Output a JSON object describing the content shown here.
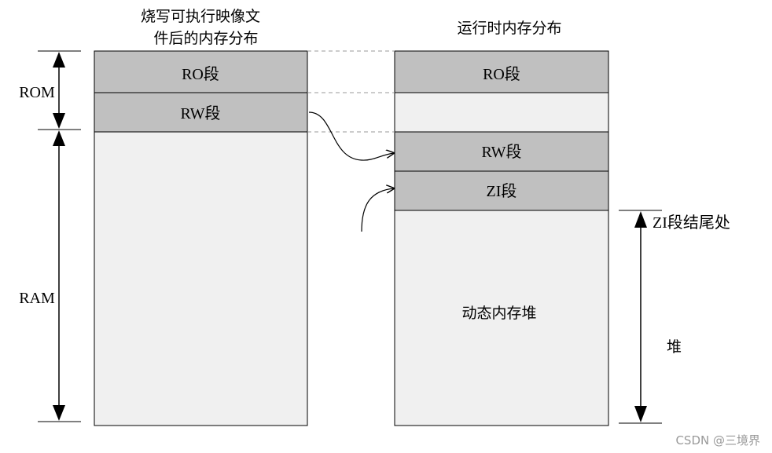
{
  "left_column": {
    "title_line1": "烧写可执行映像文",
    "title_line2": "件后的内存分布",
    "segments": {
      "ro": "RO段",
      "rw": "RW段"
    }
  },
  "right_column": {
    "title": "运行时内存分布",
    "segments": {
      "ro": "RO段",
      "rw": "RW段",
      "zi": "ZI段"
    },
    "heap_label": "动态内存堆"
  },
  "region_labels": {
    "rom": "ROM",
    "ram": "RAM"
  },
  "annotations": {
    "zi_end": "ZI段结尾处",
    "heap": "堆"
  },
  "watermark": "CSDN @三境界",
  "colors": {
    "segment_fill": "#c0c0c0",
    "region_fill": "#f0f0f0",
    "stroke": "#000000",
    "dashed": "#999999"
  }
}
